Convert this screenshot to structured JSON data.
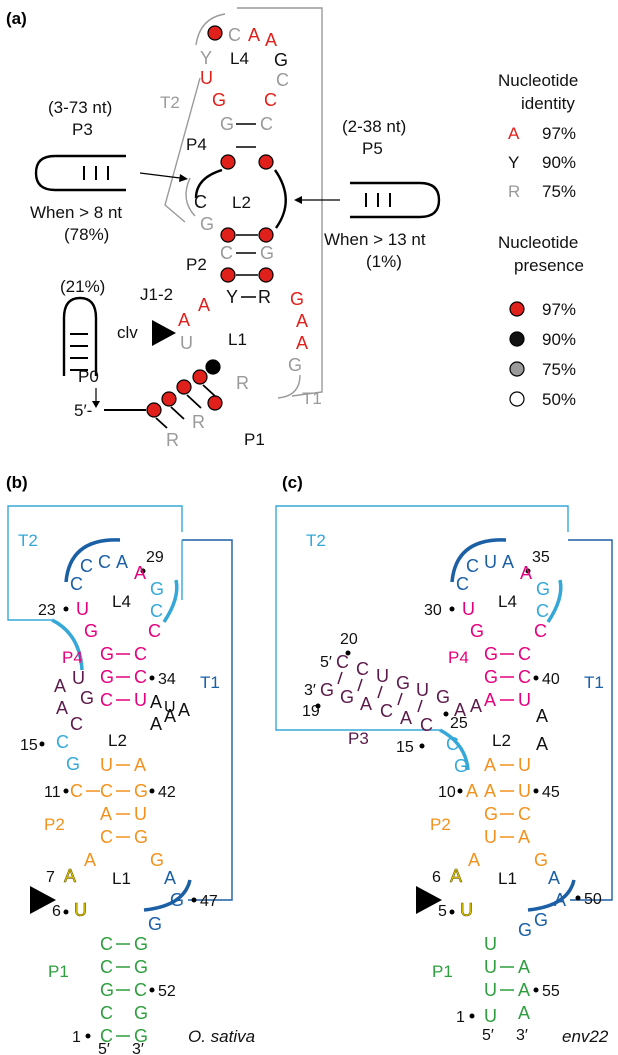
{
  "panel_a": {
    "label": "(a)",
    "p3_range": "(3-73 nt)",
    "p3_name": "P3",
    "p3_cond": "When > 8 nt",
    "p3_pct": "(78%)",
    "p5_range": "(2-38 nt)",
    "p5_name": "P5",
    "p5_cond": "When > 13 nt",
    "p5_pct": "(1%)",
    "p0_pct": "(21%)",
    "p0_name": "P0",
    "clv": "clv",
    "j12": "J1-2",
    "five": "5′-",
    "stems": {
      "l4": "L4",
      "p4": "P4",
      "l2": "L2",
      "p2": "P2",
      "l1": "L1",
      "p1": "P1",
      "t1": "T1",
      "t2": "T2"
    },
    "nts": {
      "l4_c": "C",
      "l4_a1": "A",
      "l4_a2": "A",
      "l4_g": "G",
      "l4_y": "Y",
      "l4_c2": "C",
      "l4_u": "U",
      "p4_g": "G",
      "p4_c": "C",
      "p4_g2": "G",
      "p4_c2": "C",
      "l2_c": "C",
      "l2_g": "G",
      "p2_c": "C",
      "p2_g": "G",
      "y": "Y",
      "r": "R",
      "a1": "A",
      "a2": "A",
      "u": "U",
      "g1": "G",
      "a3": "A",
      "a4": "A",
      "g2": "G",
      "r1": "R",
      "r2": "R",
      "r3": "R"
    }
  },
  "legend": {
    "identity_title1": "Nucleotide",
    "identity_title2": "identity",
    "rows": [
      {
        "sym": "A",
        "val": "97%",
        "color": "#e0201b"
      },
      {
        "sym": "Y",
        "val": "90%",
        "color": "#111111"
      },
      {
        "sym": "R",
        "val": "75%",
        "color": "#9a9a9a"
      }
    ],
    "presence_title1": "Nucleotide",
    "presence_title2": "presence",
    "dots": [
      {
        "val": "97%",
        "color": "#e0201b"
      },
      {
        "val": "90%",
        "color": "#111111"
      },
      {
        "val": "75%",
        "color": "#9a9a9a"
      },
      {
        "val": "50%",
        "color": "#ffffff"
      }
    ]
  },
  "panel_b": {
    "label": "(b)",
    "species": "O. sativa",
    "t1": "T1",
    "t2": "T2",
    "l4": "L4",
    "p4": "P4",
    "l2": "L2",
    "p2": "P2",
    "l1": "L1",
    "p1": "P1",
    "n29": "29",
    "n23": "23",
    "n34": "34",
    "n15": "15",
    "n11": "11",
    "n42": "42",
    "n7": "7",
    "n6": "6",
    "n47": "47",
    "n52": "52",
    "n1": "1",
    "five": "5′",
    "three": "3′",
    "seq": {
      "l4_c1": "C",
      "l4_c2": "C",
      "l4_a": "A",
      "l4_a2": "A",
      "l4_u": "U",
      "l4_g": "G",
      "l4_c3": "C",
      "p4_g": "G",
      "p4_c": "C",
      "p4_g2": "G",
      "p4_c2": "C",
      "p4_c3": "C",
      "p4_u": "U",
      "p4_c4": "C",
      "j_a": "A",
      "j_u": "U",
      "j_g": "G",
      "j_a2": "A",
      "j_c": "C",
      "a_u": "U",
      "a_a1": "A",
      "a_a2": "A",
      "a_a3": "A",
      "t1_c": "C",
      "t1_g": "G",
      "p2_u": "U",
      "p2_a": "A",
      "p2_c": "C",
      "p2_g": "G",
      "p2_a2": "A",
      "p2_u2": "U",
      "p2_c2": "C",
      "p2_g2": "G",
      "l1_a": "A",
      "l1_g": "G",
      "l1_a2": "A",
      "y_a": "A",
      "y_u": "U",
      "p1_c": "C",
      "p1_g": "G",
      "p1_c2": "C",
      "p1_g2": "G",
      "p1_g3": "G",
      "p1_c3": "C",
      "p1_c4": "C",
      "p1_g4": "G",
      "p1_c5": "C",
      "p1_g5": "G",
      "n_gg": "G",
      "n_g2": "G"
    }
  },
  "panel_c": {
    "label": "(c)",
    "species": "env22",
    "t1": "T1",
    "t2": "T2",
    "l4": "L4",
    "p4": "P4",
    "p3": "P3",
    "l2": "L2",
    "p2": "P2",
    "l1": "L1",
    "p1": "P1",
    "n35": "35",
    "n30": "30",
    "n40": "40",
    "n20": "20",
    "n19": "19",
    "n25": "25",
    "n15": "15",
    "n10": "10",
    "n45": "45",
    "n6": "6",
    "n5": "5",
    "n50": "50",
    "n55": "55",
    "n1": "1",
    "five": "5′",
    "three": "3′",
    "p3_five": "5′",
    "p3_three": "3′",
    "seq": {
      "l4_c": "C",
      "l4_u": "U",
      "l4_a": "A",
      "l4_a2": "A",
      "l4_u2": "U",
      "l4_g": "G",
      "l4_c2": "C",
      "l4_g2": "G",
      "l4_c3": "C",
      "p4_g": "G",
      "p4_c": "C",
      "p4_g2": "G",
      "p4_c2": "C",
      "p4_a": "A",
      "p4_u": "U",
      "p3_c1": "C",
      "p3_c2": "C",
      "p3_u": "U",
      "p3_g": "G",
      "p3_u2": "U",
      "p3_g2": "G",
      "p3_g3": "G",
      "p3_g4": "G",
      "p3_a": "A",
      "p3_c3": "C",
      "p3_a2": "A",
      "p3_c4": "C",
      "j_a": "A",
      "j_a2": "A",
      "c_c": "C",
      "c_g": "G",
      "p2_a": "A",
      "p2_u": "U",
      "p2_a2": "A",
      "p2_u2": "U",
      "p2_g": "G",
      "p2_c": "C",
      "p2_u3": "U",
      "p2_a3": "A",
      "l1_a": "A",
      "l1_g": "G",
      "l1_a2": "A",
      "l1_a3": "A",
      "l1_g2": "G",
      "l1_g3": "G",
      "y_a": "A",
      "y_u": "U",
      "p1_u": "U",
      "p1_u2": "U",
      "p1_a": "A",
      "p1_u3": "U",
      "p1_a2": "A",
      "p1_u4": "U",
      "p1_a3": "A"
    }
  }
}
